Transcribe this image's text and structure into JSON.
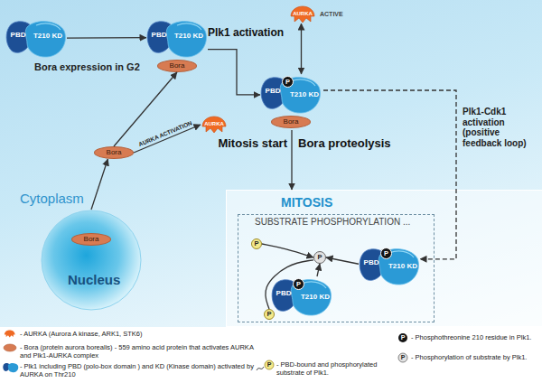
{
  "diagram": {
    "nodes": [
      {
        "text": [
          "Cytoplasm"
        ]
      },
      {
        "text": [
          "PBD",
          "T210 KD"
        ],
        "in": 0
      },
      {
        "text": [
          "PBD",
          "T210 KD"
        ],
        "in": 0
      },
      {
        "text": [
          "Bora"
        ],
        "in": 2
      },
      {
        "text": [
          "PBD",
          "T210 KD"
        ],
        "in": 0
      },
      {
        "text": [
          "P"
        ],
        "in": 4
      },
      {
        "text": [
          "Bora"
        ],
        "in": 4
      },
      {
        "text": [
          "AURKA",
          "ACTIVE"
        ],
        "in": 0
      },
      {
        "text": [
          "AURKA"
        ],
        "in": 0
      },
      {
        "text": [
          "Bora"
        ],
        "in": 0
      },
      {
        "text": [
          "Nucleus"
        ],
        "in": 0
      },
      {
        "text": [
          "Bora"
        ],
        "in": 10
      },
      {
        "text": [
          "MITOSIS"
        ],
        "in": 0
      },
      {
        "text": [
          "SUBSTRATE PHOSPHORYLATION ..."
        ],
        "in": 12
      },
      {
        "text": [
          "PBD",
          "T210 KD"
        ],
        "in": 13
      },
      {
        "text": [
          "P"
        ],
        "in": 14
      },
      {
        "text": [
          "PBD",
          "T210 KD"
        ],
        "in": 13
      },
      {
        "text": [
          "P"
        ],
        "in": 16
      },
      {
        "text": [
          "P"
        ],
        "in": 13
      },
      {
        "text": [
          "P"
        ],
        "in": 13
      },
      {
        "text": [
          "P"
        ],
        "in": 13
      }
    ],
    "edges": [
      {
        "from": 1,
        "to": 2,
        "arrow": "to",
        "label": "Bora expression in G2"
      },
      {
        "from": 2,
        "to": 4,
        "arrow": "to"
      },
      {
        "from": 10,
        "to": 9,
        "arrow": "to"
      },
      {
        "from": 9,
        "to": 3,
        "arrow": "to"
      },
      {
        "from": 9,
        "to": 8,
        "arrow": "to",
        "label": "AURKA ACTIVATION"
      },
      {
        "from": 4,
        "to": 7,
        "arrow": "both"
      },
      {
        "from": 4,
        "to": 12,
        "arrow": "to"
      },
      {
        "from": 4,
        "to": 14,
        "arrow": "to",
        "label": "Plk1-Cdk1 activation (positive feedback loop)"
      },
      {
        "from": 14,
        "to": 18,
        "arrow": "to"
      },
      {
        "from": 16,
        "to": 18,
        "arrow": "to"
      },
      {
        "from": 19,
        "to": 18,
        "arrow": "to"
      },
      {
        "from": 20,
        "to": 18,
        "arrow": "none"
      }
    ],
    "labels": [
      "Plk1 activation",
      "Mitosis start",
      "Bora proteolysis",
      "P",
      "P",
      "P"
    ],
    "legend": [
      {
        "text": "- AURKA (Aurora A kinase, ARK1, STK6)"
      },
      {
        "text": "- Bora (protein aurora borealis) - 559 amino acid protein that activates AURKA and Plk1-AURKA complex"
      },
      {
        "text": "- Plk1 including PBD (polo-box domain ) and KD (Kinase domain) activated by AURKA on Thr210"
      },
      {
        "text": "- PBD-bound and phosphorylated substrate of Plk1."
      },
      {
        "text": "- Phosphothreonine 210 residue in Plk1."
      },
      {
        "text": "- Phosphorylation of substrate by Plk1."
      }
    ]
  }
}
